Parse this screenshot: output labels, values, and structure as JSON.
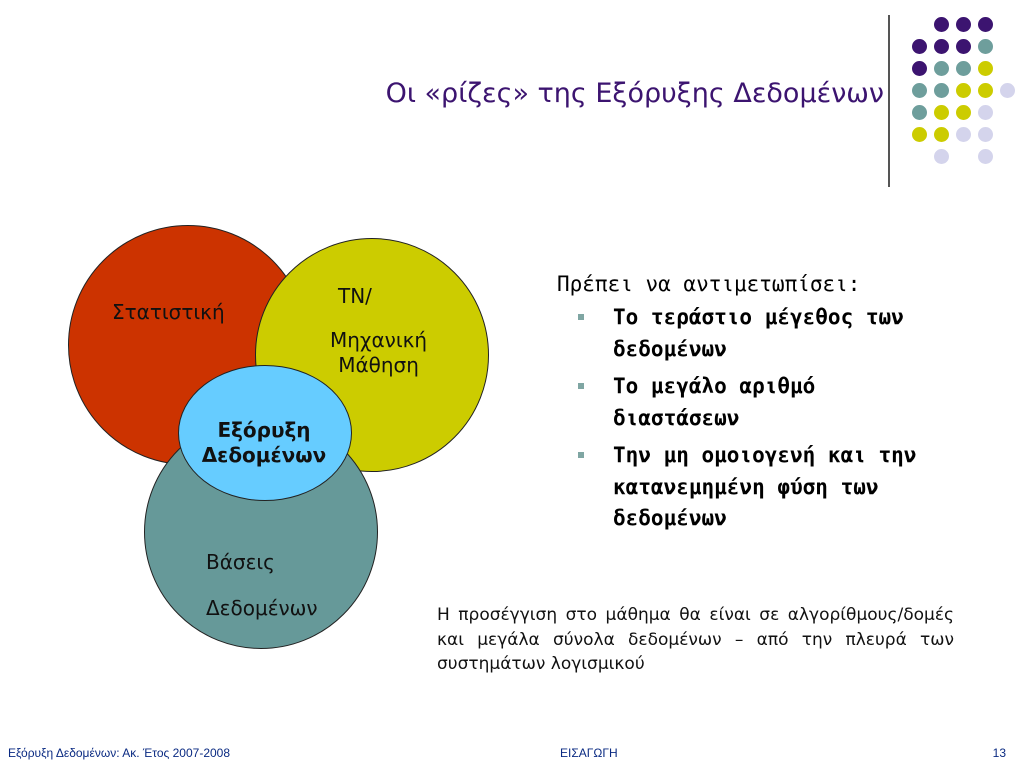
{
  "title": "Οι «ρίζες» της Εξόρυξης Δεδομένων",
  "colors": {
    "title": "#3c1470",
    "statistics_circle": "#cc3300",
    "ml_circle": "#cccc00",
    "databases_circle": "#669999",
    "data_mining_circle": "#66ccff",
    "dot_purple": "#3c1470",
    "dot_teal": "#6e9e9c",
    "dot_yellow": "#cccc00",
    "dot_lavender": "#d4d4ec"
  },
  "venn": {
    "statistics": "Στατιστική",
    "ml_line1": "TN/",
    "ml_line2": "Μηχανική\nΜάθηση",
    "databases_line1": "Βάσεις",
    "databases_line2": "Δεδομένων",
    "data_mining": "Εξόρυξη\nΔεδομένων"
  },
  "bullets": {
    "heading": "Πρέπει να αντιμετωπίσει:",
    "items": [
      "Το τεράστιο μέγεθος των δεδομένων",
      "Το μεγάλο αριθμό διαστάσεων",
      "Την μη ομοιογενή και την κατανεμημένη φύση των δεδομένων"
    ]
  },
  "approach_text": "Η προσέγγιση στο μάθημα θα είναι σε αλγορίθμους/δομές και μεγάλα σύνολα δεδομένων – από την πλευρά των συστημάτων λογισμικού",
  "footer": {
    "left": "Εξόρυξη Δεδομένων: Ακ. Έτος 2007-2008",
    "center": "ΕΙΣΑΓΩΓΗ",
    "page": "13"
  }
}
